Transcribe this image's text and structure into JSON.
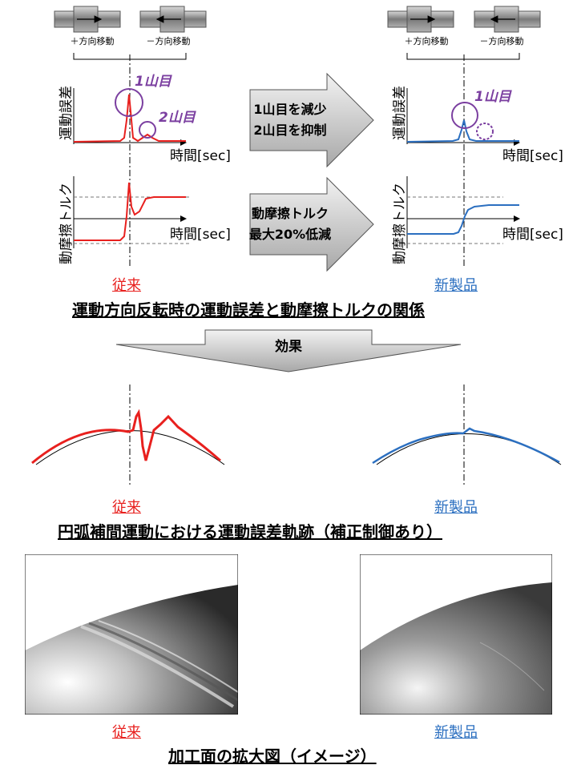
{
  "screw_labels": {
    "plus": "＋方向移動",
    "minus": "－方向移動"
  },
  "axes": {
    "time": "時間[sec]",
    "motion_error": "運動誤差",
    "friction_torque": "動摩擦トルク"
  },
  "peaks": {
    "first": "1山目",
    "second": "2山目"
  },
  "arrow1": {
    "line1": "1山目を減少",
    "line2": "2山目を抑制"
  },
  "arrow2": {
    "line1": "動摩擦トルク",
    "line2": "最大20%低減"
  },
  "labels": {
    "conventional": "従来",
    "new_product": "新製品"
  },
  "titles": {
    "relation": "運動方向反転時の運動誤差と動摩擦トルクの関係",
    "effect": "効果",
    "trajectory": "円弧補間運動における運動誤差軌跡（補正制御あり）",
    "surface": "加工面の拡大図（イメージ）"
  },
  "colors": {
    "conventional": "#e8201e",
    "new_product": "#2b6fc0",
    "peak_marker": "#7b3fa0"
  }
}
